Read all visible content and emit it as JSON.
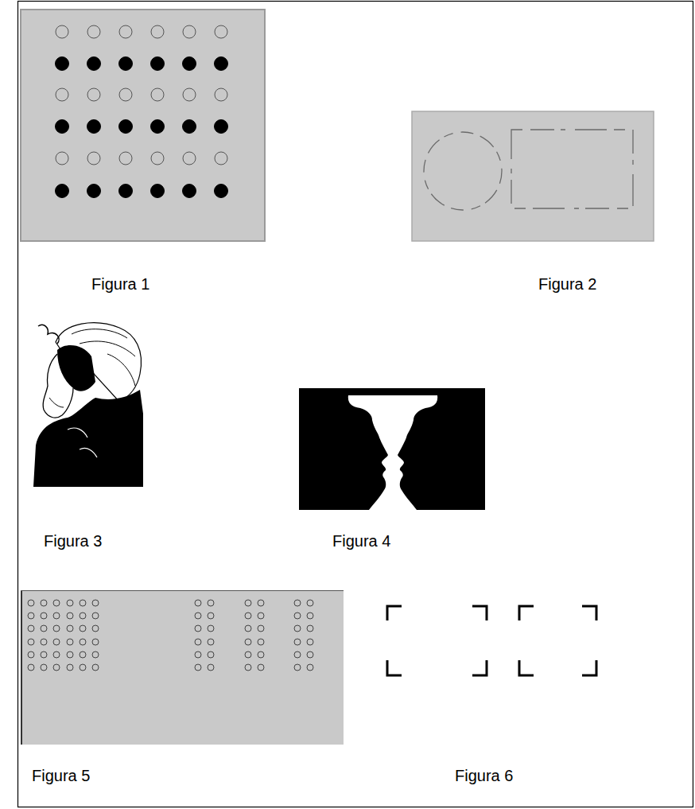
{
  "diagram": {
    "labels": [
      "Figura 1",
      "Figura 2",
      "Figura 3",
      "Figura 4",
      "Figura 5",
      "Figura 6"
    ]
  }
}
